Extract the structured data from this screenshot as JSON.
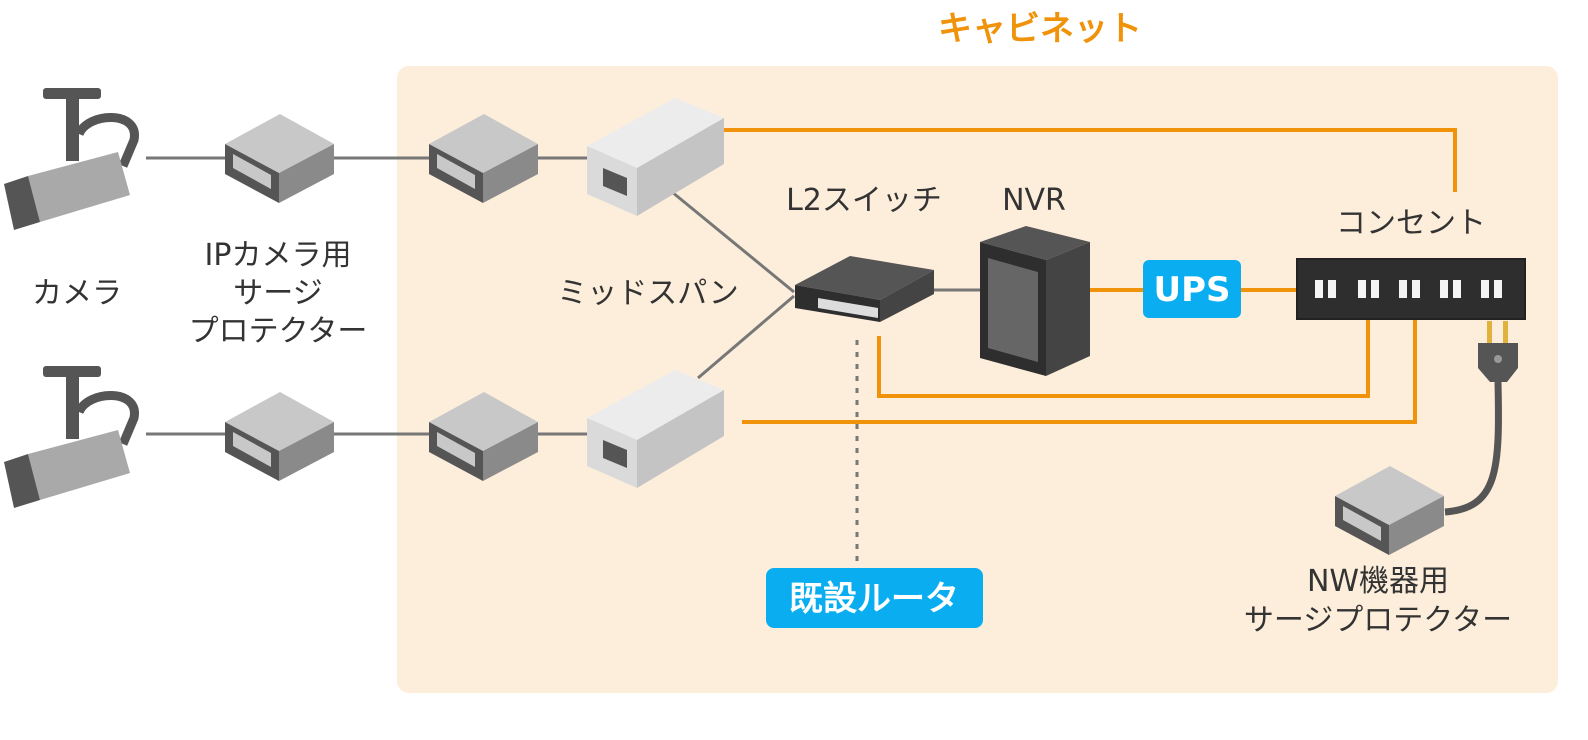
{
  "title": "キャビネット",
  "labels": {
    "camera": "カメラ",
    "ip_surge_line1": "IPカメラ用",
    "ip_surge_line2": "サージ",
    "ip_surge_line3": "プロテクター",
    "midspan": "ミッドスパン",
    "l2_switch": "L2スイッチ",
    "nvr": "NVR",
    "outlet": "コンセント",
    "ups": "UPS",
    "router": "既設ルータ",
    "nw_surge_line1": "NW機器用",
    "nw_surge_line2": "サージプロテクター"
  },
  "colors": {
    "cabinet_bg": "#fdeedb",
    "power_line": "#f0920a",
    "network_line": "#777777",
    "badge": "#0aaef0",
    "title": "#f0920a"
  }
}
